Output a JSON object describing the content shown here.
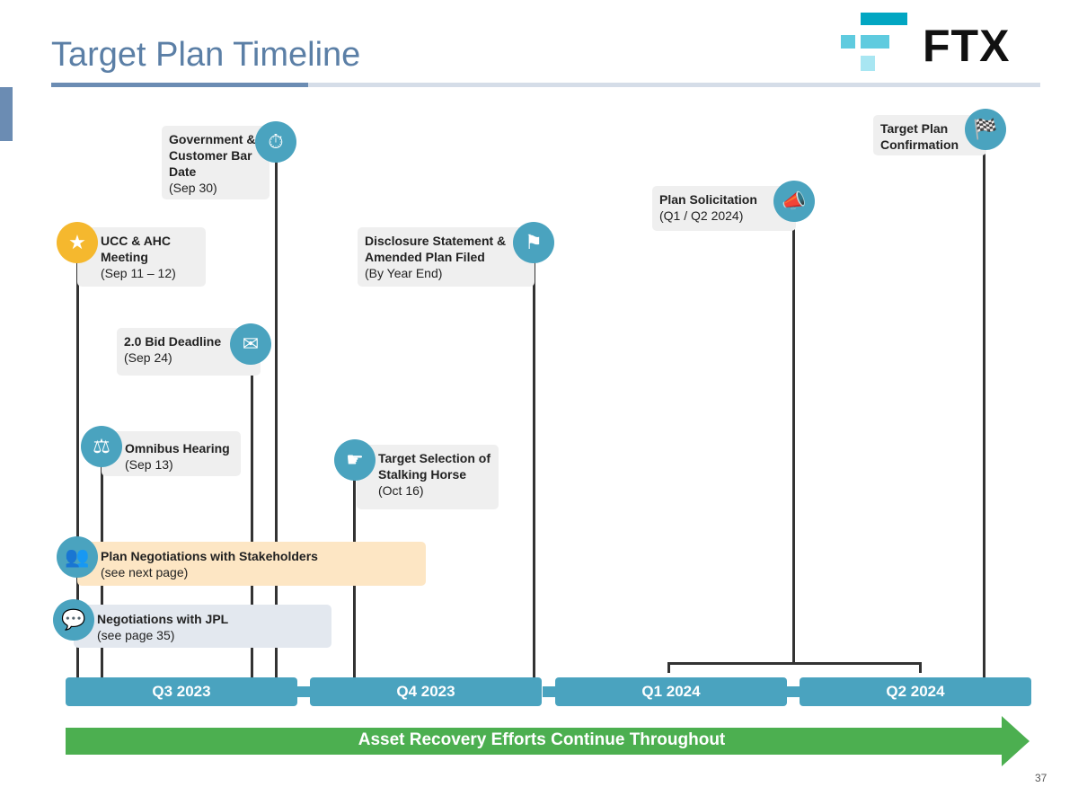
{
  "header": {
    "title": "Target Plan Timeline",
    "logo_text": "FTX"
  },
  "events": [
    {
      "title": "UCC & AHC Meeting",
      "date": "(Sep 11 – 12)",
      "icon": "star-icon",
      "glyph": "★",
      "icon_color": "#f5b82e"
    },
    {
      "title": "Government & Customer Bar Date",
      "date": "(Sep 30)",
      "icon": "stopwatch-icon",
      "glyph": "⏱",
      "icon_color": "#4aa3bf"
    },
    {
      "title": "2.0 Bid Deadline",
      "date": "(Sep 24)",
      "icon": "inbox-check-icon",
      "glyph": "✉",
      "icon_color": "#4aa3bf"
    },
    {
      "title": "Omnibus Hearing",
      "date": "(Sep 13)",
      "icon": "gavel-icon",
      "glyph": "⚖",
      "icon_color": "#4aa3bf"
    },
    {
      "title": "Target Selection of Stalking Horse",
      "date": "(Oct 16)",
      "icon": "pointing-hand-icon",
      "glyph": "☛",
      "icon_color": "#4aa3bf"
    },
    {
      "title": "Disclosure Statement & Amended Plan Filed",
      "date": "(By Year End)",
      "icon": "flag-icon",
      "glyph": "⚑",
      "icon_color": "#4aa3bf"
    },
    {
      "title": "Plan Solicitation",
      "date": "(Q1 / Q2 2024)",
      "icon": "megaphone-icon",
      "glyph": "📣",
      "icon_color": "#4aa3bf"
    },
    {
      "title": "Target Plan Confirmation",
      "date": "",
      "icon": "checkered-flags-icon",
      "glyph": "🏁",
      "icon_color": "#4aa3bf"
    }
  ],
  "workstreams": [
    {
      "title": "Plan Negotiations with Stakeholders",
      "note": "(see next page)",
      "icon": "meeting-icon",
      "glyph": "👥",
      "bg": "#fde6c4"
    },
    {
      "title": "Negotiations with JPL",
      "note": "(see page 35)",
      "icon": "chat-bubbles-icon",
      "glyph": "💬",
      "bg": "#e3e8ef"
    }
  ],
  "quarters": [
    "Q3 2023",
    "Q4 2023",
    "Q1 2024",
    "Q2 2024"
  ],
  "banner": {
    "label": "Asset Recovery Efforts Continue Throughout",
    "color": "#4caf50"
  },
  "page_number": "37",
  "colors": {
    "accent": "#4aa3bf",
    "title": "#5b7fa6"
  }
}
